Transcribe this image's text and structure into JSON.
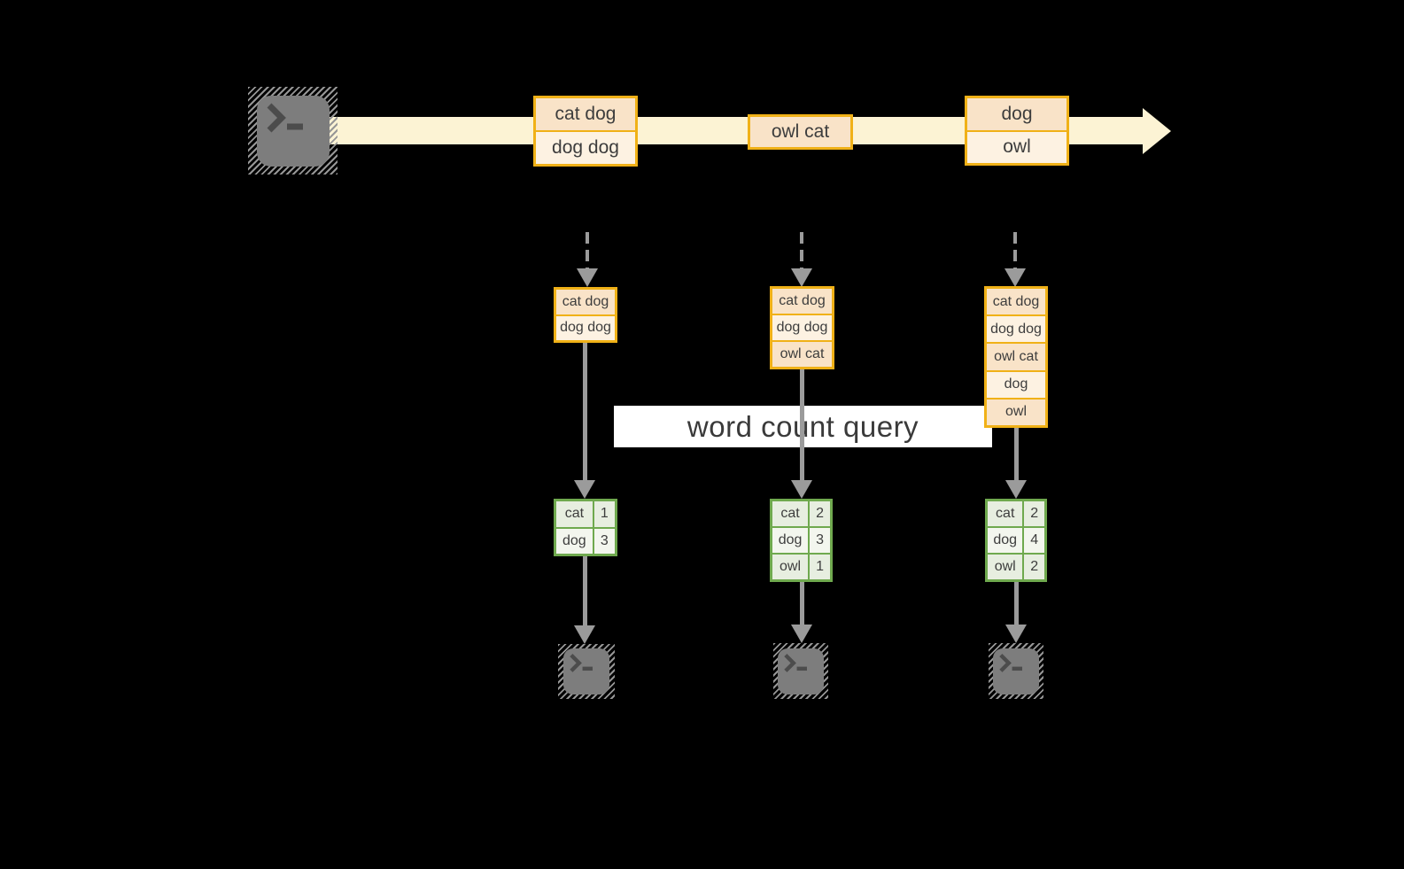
{
  "palette": {
    "background": "#000000",
    "stream_arrow": "#fcf3d4",
    "box_border": "#f0b117",
    "cell_peach": "#f9e3c8",
    "cell_cream": "#fdf2e2",
    "table_border": "#6fa94e",
    "cell_green_dark": "#e7eee0",
    "cell_green_light": "#f3f6ee",
    "arrow_gray": "#9b9b9b",
    "terminal_gray": "#7d7d7d",
    "glyph_gray": "#4c4c4c",
    "hatch_gray": "#969696",
    "text_dark": "#3d3d3d",
    "query_bg": "#ffffff",
    "query_text": "#3a3a3a"
  },
  "icons": {
    "producer": "terminal-icon",
    "consumers": [
      "terminal-icon",
      "terminal-icon",
      "terminal-icon"
    ]
  },
  "stream": {
    "batches": [
      {
        "items": [
          "cat dog",
          "dog dog"
        ]
      },
      {
        "items": [
          "owl cat"
        ]
      },
      {
        "items": [
          "dog",
          "owl"
        ]
      }
    ]
  },
  "query": {
    "label": "word count query"
  },
  "columns": [
    {
      "state": [
        "cat dog",
        "dog dog"
      ],
      "counts": [
        {
          "word": "cat",
          "count": "1"
        },
        {
          "word": "dog",
          "count": "3"
        }
      ]
    },
    {
      "state": [
        "cat dog",
        "dog dog",
        "owl cat"
      ],
      "counts": [
        {
          "word": "cat",
          "count": "2"
        },
        {
          "word": "dog",
          "count": "3"
        },
        {
          "word": "owl",
          "count": "1"
        }
      ]
    },
    {
      "state": [
        "cat dog",
        "dog dog",
        "owl cat",
        "dog",
        "owl"
      ],
      "counts": [
        {
          "word": "cat",
          "count": "2"
        },
        {
          "word": "dog",
          "count": "4"
        },
        {
          "word": "owl",
          "count": "2"
        }
      ]
    }
  ]
}
